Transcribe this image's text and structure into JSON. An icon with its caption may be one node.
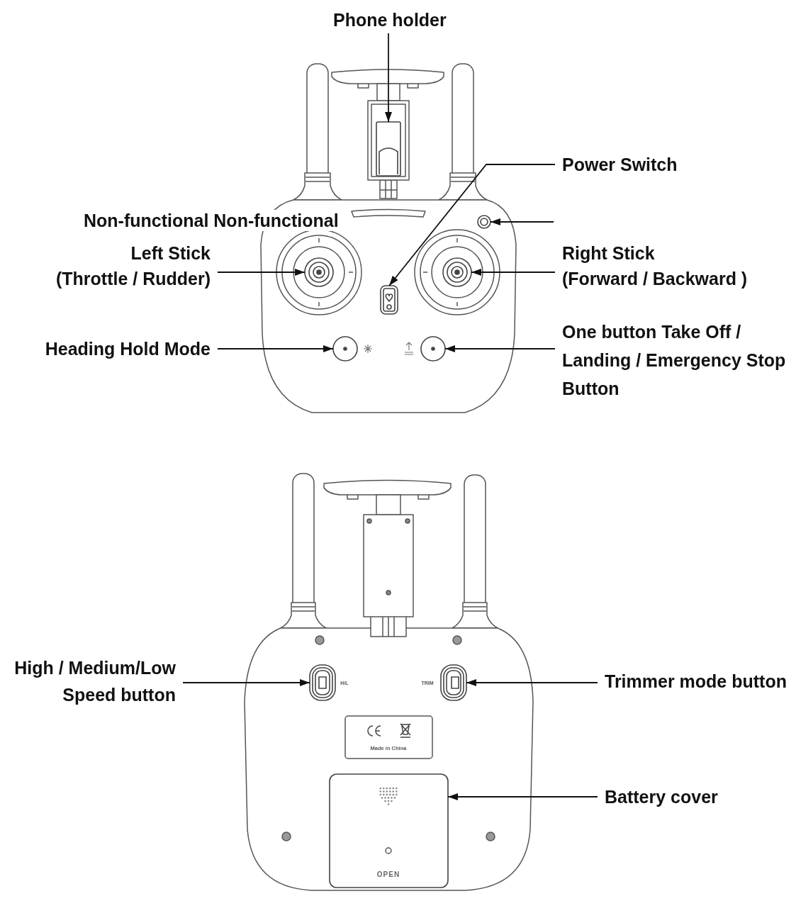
{
  "diagram": {
    "nodes": [
      {
        "text": [
          "Phone holder"
        ]
      },
      {
        "text": [],
        "shape": "box"
      },
      {
        "text": [
          "Power Switch"
        ]
      },
      {
        "text": [],
        "shape": "box"
      },
      {
        "text": [],
        "shape": "circle"
      },
      {
        "text": [
          "Left Stick",
          "(Throttle / Rudder)"
        ]
      },
      {
        "text": [],
        "shape": "circle"
      },
      {
        "text": [
          "Right Stick",
          "(Forward / Backward )"
        ]
      },
      {
        "text": [],
        "shape": "circle"
      },
      {
        "text": [
          "Heading Hold Mode"
        ]
      },
      {
        "text": [],
        "shape": "circle"
      },
      {
        "text": [
          "One button Take Off / Landing / Emergency Stop Button"
        ]
      },
      {
        "text": [],
        "shape": "circle"
      },
      {
        "text": [
          "High / Medium/Low Speed button"
        ]
      },
      {
        "text": [],
        "shape": "box"
      },
      {
        "text": [
          "Trimmer mode button"
        ]
      },
      {
        "text": [],
        "shape": "box"
      },
      {
        "text": [
          "Battery cover"
        ]
      },
      {
        "text": [],
        "shape": "box"
      }
    ],
    "edges": [
      {
        "from": 0,
        "to": 1,
        "arrow": "to"
      },
      {
        "from": 2,
        "to": 3,
        "arrow": "to"
      },
      {
        "from": null,
        "to": 4,
        "arrow": "to"
      },
      {
        "from": 5,
        "to": 6,
        "arrow": "to"
      },
      {
        "from": 7,
        "to": 8,
        "arrow": "to"
      },
      {
        "from": 9,
        "to": 10,
        "arrow": "to"
      },
      {
        "from": 11,
        "to": 12,
        "arrow": "to"
      },
      {
        "from": 13,
        "to": 14,
        "arrow": "to"
      },
      {
        "from": 15,
        "to": 16,
        "arrow": "to"
      },
      {
        "from": 17,
        "to": 18,
        "arrow": "to"
      }
    ],
    "labels": [
      "Non-functional Non-functional",
      "H/L",
      "TRIM",
      "Made in China",
      "OPEN"
    ]
  }
}
